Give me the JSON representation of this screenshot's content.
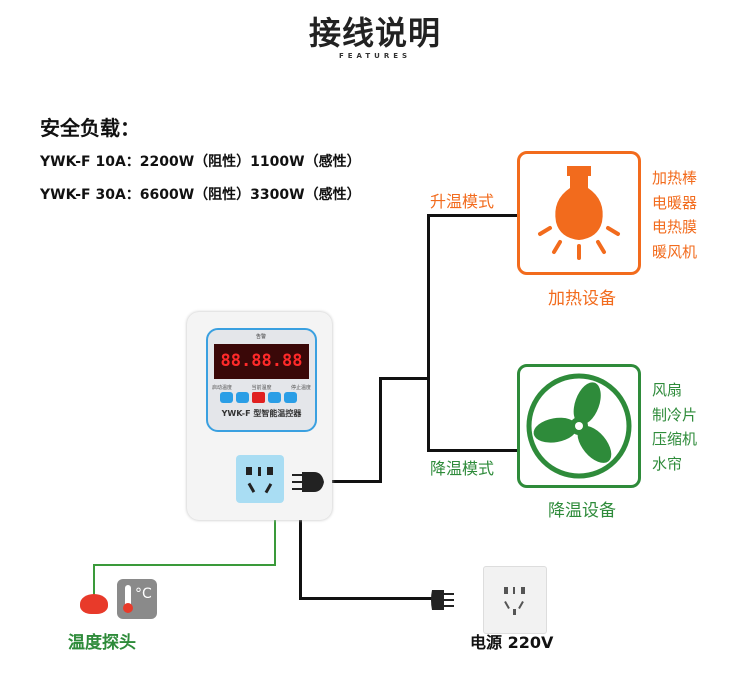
{
  "header": {
    "title": "接线说明",
    "subtitle": "FEATURES"
  },
  "load": {
    "heading": "安全负载：",
    "specs": [
      "YWK-F 10A：2200W（阻性）1100W（感性）",
      "YWK-F 30A：6600W（阻性）3300W（感性）"
    ]
  },
  "heating": {
    "mode": "升温模式",
    "caption": "加热设备",
    "items": [
      "加热棒",
      "电暖器",
      "电热膜",
      "暖风机"
    ],
    "color": "#f26b1d"
  },
  "cooling": {
    "mode": "降温模式",
    "caption": "降温设备",
    "items": [
      "风扇",
      "制冷片",
      "压缩机",
      "水帘"
    ],
    "color": "#2e8b3a"
  },
  "device": {
    "alarm": "告警",
    "display": "88.88.88",
    "labels": [
      "启动温度",
      "当前温度",
      "停止温度"
    ],
    "model": "YWK-F 型智能温控器"
  },
  "power": {
    "label": "电源 220V"
  },
  "probe": {
    "label": "温度探头",
    "unit": "°C"
  }
}
